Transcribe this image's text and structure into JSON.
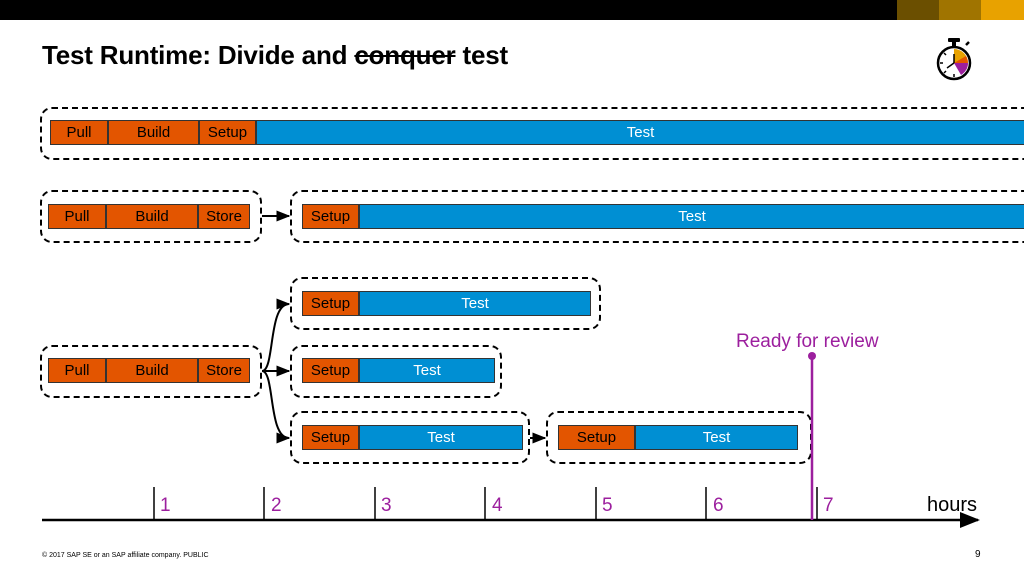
{
  "header": {
    "title_prefix": "Test Runtime: Divide and ",
    "title_strike": "conquer",
    "title_suffix": " test",
    "bar_colors": [
      "#000000",
      "#6b4f00",
      "#a07400",
      "#e8a200"
    ]
  },
  "icons": {
    "stopwatch": "stopwatch-icon"
  },
  "colors": {
    "orange": "#e35500",
    "blue": "#008fd3",
    "purple": "#9c1f9e"
  },
  "row1": {
    "pull": "Pull",
    "build": "Build",
    "setup": "Setup",
    "test": "Test"
  },
  "row2": {
    "pull": "Pull",
    "build": "Build",
    "store": "Store",
    "setup": "Setup",
    "test": "Test"
  },
  "row3": {
    "pull": "Pull",
    "build": "Build",
    "store": "Store",
    "branch1": {
      "setup": "Setup",
      "test": "Test"
    },
    "branch2": {
      "setup": "Setup",
      "test": "Test"
    },
    "branch3": {
      "setup": "Setup",
      "test": "Test"
    },
    "branch3b": {
      "setup": "Setup",
      "test": "Test"
    }
  },
  "marker": {
    "label": "Ready for review"
  },
  "axis": {
    "ticks": [
      "1",
      "2",
      "3",
      "4",
      "5",
      "6",
      "7"
    ],
    "unit": "hours"
  },
  "footer": {
    "copyright": "© 2017 SAP SE or an SAP affiliate company.    PUBLIC",
    "page": "9"
  }
}
